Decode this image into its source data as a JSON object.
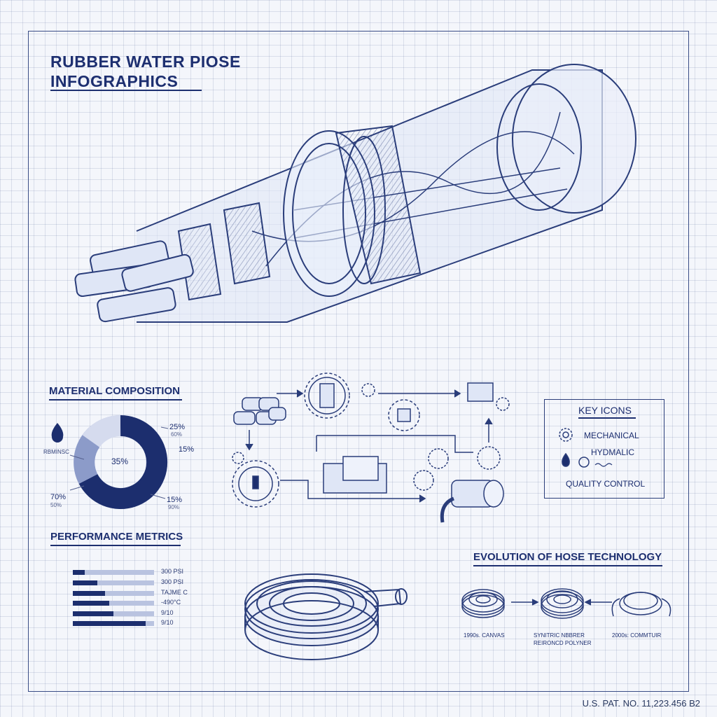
{
  "title": {
    "line1": "RUBBER WATER PIOSE",
    "line2": "INFOGRAPHICS"
  },
  "material": {
    "heading": "MATERIAL COMPOSITION",
    "center": "35%",
    "left_label": "RBMINSC",
    "labels": [
      {
        "value": "25%",
        "sub": "60%"
      },
      {
        "value": "15%"
      },
      {
        "value": "70%",
        "sub": "50%"
      },
      {
        "value": "15%",
        "sub": "90%"
      }
    ]
  },
  "performance": {
    "heading": "PERFORMANCE METRICS",
    "bars": [
      {
        "label": "300 PSI",
        "fill": 0.15
      },
      {
        "label": "300 PSI",
        "fill": 0.3
      },
      {
        "label": "TAJME C",
        "fill": 0.4
      },
      {
        "label": "-490°C",
        "fill": 0.45
      },
      {
        "label": "9/10",
        "fill": 0.5
      },
      {
        "label": "9/10",
        "fill": 0.9
      }
    ]
  },
  "key": {
    "title": "KEY ICONS",
    "items": [
      "MECHANICAL",
      "HYDMALIC",
      "QUALITY CONTROL"
    ]
  },
  "evolution": {
    "heading": "EVOLUTION OF HOSE TECHNOLOGY",
    "stages": [
      {
        "line1": "1990s. CANVAS",
        "line2": ""
      },
      {
        "line1": "SYNITRIC NBBRER",
        "line2": "REIRONCD POLYNER"
      },
      {
        "line1": "2000s: COMMTUIR",
        "line2": ""
      }
    ]
  },
  "patent": "U.S. PAT. NO. 11,223.456 B2",
  "colors": {
    "ink": "#1d2f70",
    "dark": "#1c2e6e",
    "mid": "#8c9bc9",
    "light": "#c3cce6"
  }
}
